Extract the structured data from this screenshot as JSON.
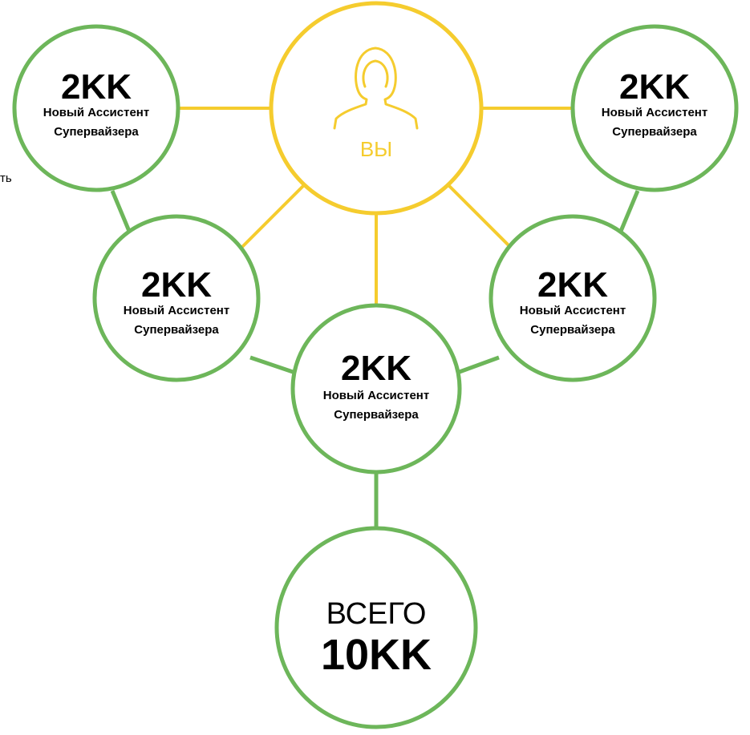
{
  "colors": {
    "green": "#6DB65A",
    "yellow": "#F5CC2E",
    "text": "#000000"
  },
  "you": {
    "label": "ВЫ",
    "icon": "person-icon"
  },
  "assistants": [
    {
      "amount": "2KK",
      "role_line1": "Новый Ассистент",
      "role_line2": "Супервайзера"
    },
    {
      "amount": "2KK",
      "role_line1": "Новый Ассистент",
      "role_line2": "Супервайзера"
    },
    {
      "amount": "2KK",
      "role_line1": "Новый Ассистент",
      "role_line2": "Супервайзера"
    },
    {
      "amount": "2KK",
      "role_line1": "Новый Ассистент",
      "role_line2": "Супервайзера"
    },
    {
      "amount": "2KK",
      "role_line1": "Новый Ассистент",
      "role_line2": "Супервайзера"
    }
  ],
  "total": {
    "label": "ВСЕГО",
    "amount": "10KK"
  },
  "stray_text": "ть"
}
